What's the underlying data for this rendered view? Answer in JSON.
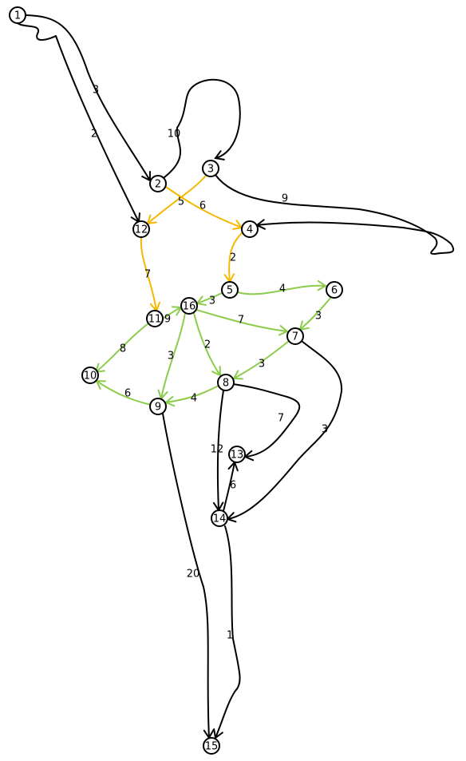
{
  "colors": {
    "black": "#000000",
    "yellow": "#f5b800",
    "green": "#8ccc4c"
  },
  "nodes": [
    "1",
    "2",
    "3",
    "4",
    "5",
    "6",
    "7",
    "8",
    "9",
    "10",
    "11",
    "12",
    "13",
    "14",
    "15",
    "16"
  ],
  "edges": [
    {
      "from": "1",
      "to": "2",
      "weight": "3",
      "color": "black"
    },
    {
      "from": "1",
      "to": "12",
      "weight": "2",
      "color": "black"
    },
    {
      "from": "2",
      "to": "3",
      "weight": "10",
      "color": "black"
    },
    {
      "from": "3",
      "to": "4",
      "weight": "9",
      "color": "black"
    },
    {
      "from": "3",
      "to": "12",
      "weight": "5",
      "color": "yellow"
    },
    {
      "from": "2",
      "to": "4",
      "weight": "6",
      "color": "yellow"
    },
    {
      "from": "4",
      "to": "5",
      "weight": "2",
      "color": "yellow"
    },
    {
      "from": "12",
      "to": "11",
      "weight": "7",
      "color": "yellow"
    },
    {
      "from": "5",
      "to": "6",
      "weight": "4",
      "color": "green"
    },
    {
      "from": "5",
      "to": "16",
      "weight": "3",
      "color": "green"
    },
    {
      "from": "6",
      "to": "7",
      "weight": "3",
      "color": "green"
    },
    {
      "from": "16",
      "to": "7",
      "weight": "7",
      "color": "green"
    },
    {
      "from": "11",
      "to": "16",
      "weight": "9",
      "color": "green"
    },
    {
      "from": "11",
      "to": "10",
      "weight": "8",
      "color": "green"
    },
    {
      "from": "16",
      "to": "9",
      "weight": "3",
      "color": "green"
    },
    {
      "from": "16",
      "to": "8",
      "weight": "2",
      "color": "green"
    },
    {
      "from": "7",
      "to": "8",
      "weight": "3",
      "color": "green"
    },
    {
      "from": "9",
      "to": "10",
      "weight": "6",
      "color": "green"
    },
    {
      "from": "8",
      "to": "9",
      "weight": "4",
      "color": "green"
    },
    {
      "from": "7",
      "to": "14",
      "weight": "3",
      "color": "black"
    },
    {
      "from": "8",
      "to": "13",
      "weight": "7",
      "color": "black"
    },
    {
      "from": "8",
      "to": "14",
      "weight": "12",
      "color": "black"
    },
    {
      "from": "14",
      "to": "13",
      "weight": "6",
      "color": "black"
    },
    {
      "from": "9",
      "to": "15",
      "weight": "20",
      "color": "black"
    },
    {
      "from": "14",
      "to": "15",
      "weight": "1",
      "color": "black"
    }
  ]
}
